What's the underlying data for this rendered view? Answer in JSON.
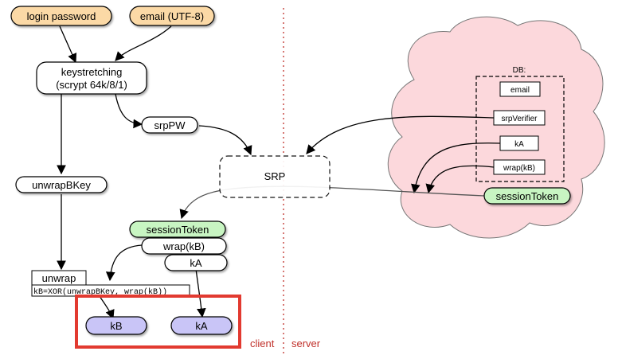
{
  "nodes": {
    "login_password": "login password",
    "email_utf8": "email (UTF-8)",
    "keystretching_line1": "keystretching",
    "keystretching_line2": "(scrypt 64k/8/1)",
    "srp_pw": "srpPW",
    "unwrap_bkey": "unwrapBKey",
    "srp": "SRP",
    "session_token_client": "sessionToken",
    "wrap_kb_client": "wrap(kB)",
    "ka_client": "kA",
    "unwrap_title": "unwrap",
    "unwrap_formula": "kB=XOR(unwrapBKey, wrap(kB))",
    "kb_result": "kB",
    "ka_result": "kA"
  },
  "server": {
    "db_label": "DB:",
    "db_fields": [
      "email",
      "srpVerifier",
      "kA",
      "wrap(kB)"
    ],
    "session_token": "sessionToken"
  },
  "labels": {
    "client": "client",
    "server": "server"
  },
  "colors": {
    "input_fill": "#fbd9a6",
    "green_fill": "#c8f5c2",
    "purple_fill": "#c9c5f7",
    "cloud_fill": "#fcd8dc",
    "divider": "#c0302a",
    "highlight_box": "#e23a30"
  }
}
